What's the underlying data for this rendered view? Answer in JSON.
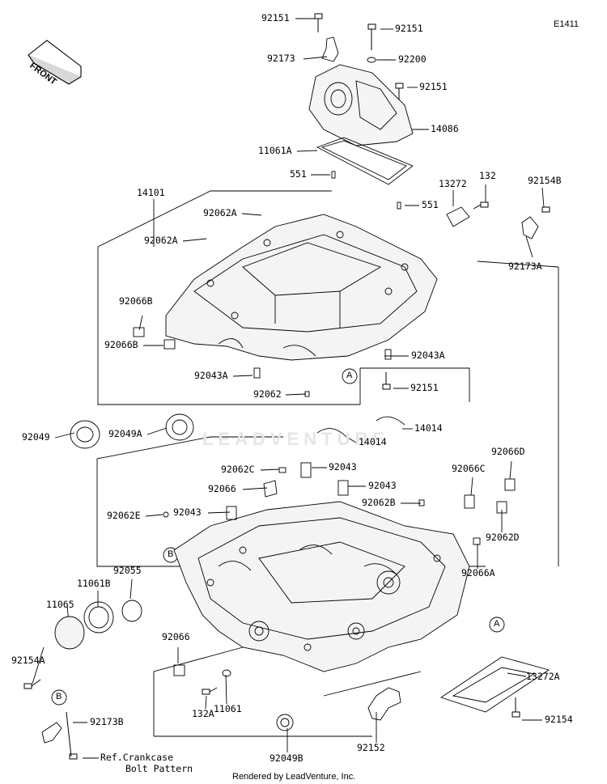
{
  "figure_code": "E1411",
  "front_label": "FRONT",
  "watermark": "LEADVENTURE",
  "footer": "Rendered by LeadVenture, Inc.",
  "ref_note": [
    "Ref.Crankcase",
    "Bolt Pattern"
  ],
  "callouts": [
    "A",
    "A",
    "B",
    "B"
  ],
  "parts": [
    "92151",
    "92151",
    "92173",
    "92200",
    "92151",
    "14086",
    "11061A",
    "551",
    "551",
    "13272",
    "132",
    "92154B",
    "92173A",
    "14101",
    "92062A",
    "92062A",
    "92066B",
    "92066B",
    "92043A",
    "92043A",
    "92062",
    "92151",
    "92049",
    "92049A",
    "14014",
    "14014",
    "92062C",
    "92043",
    "92066",
    "92043",
    "92066D",
    "92066C",
    "92062E",
    "92043",
    "92062B",
    "92062D",
    "92066A",
    "92055",
    "11061B",
    "11065",
    "92154A",
    "92066",
    "92173B",
    "132A",
    "11061",
    "13272A",
    "92152",
    "92049B",
    "92154"
  ]
}
